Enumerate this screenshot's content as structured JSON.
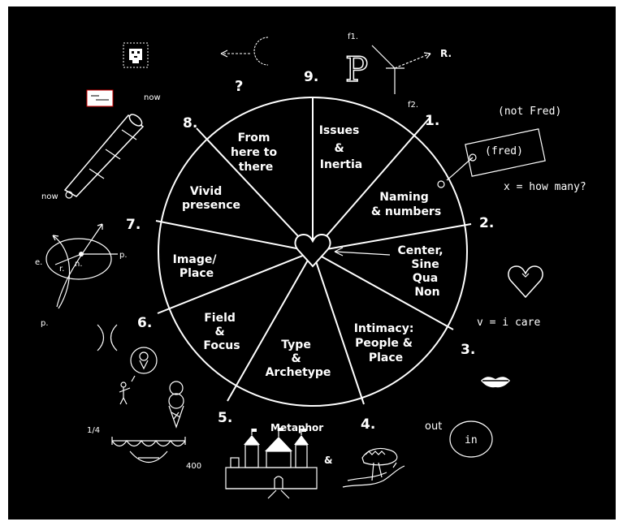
{
  "wheel": {
    "segments": [
      {
        "id": "issues",
        "lines": [
          "Issues",
          "&",
          "Inertia"
        ]
      },
      {
        "id": "naming",
        "lines": [
          "Naming",
          "& numbers"
        ]
      },
      {
        "id": "center",
        "lines": [
          "Center,",
          "Sine",
          "Qua",
          "Non"
        ]
      },
      {
        "id": "intimacy",
        "lines": [
          "Intimacy:",
          "People &",
          "Place"
        ]
      },
      {
        "id": "type",
        "lines": [
          "Type",
          "&",
          "Archetype"
        ]
      },
      {
        "id": "field",
        "lines": [
          "Field",
          "&",
          "Focus"
        ]
      },
      {
        "id": "image",
        "lines": [
          "Image/",
          "Place"
        ]
      },
      {
        "id": "vivid",
        "lines": [
          "Vivid",
          "presence"
        ]
      },
      {
        "id": "from",
        "lines": [
          "From",
          "here to",
          "there"
        ]
      }
    ],
    "numbers": [
      "1.",
      "2.",
      "3.",
      "4.",
      "5.",
      "6.",
      "7.",
      "8.",
      "9."
    ]
  },
  "annotations": {
    "not_fred": "(not Fred)",
    "fred": "(fred)",
    "x_how_many": "x = how many?",
    "v_care": "v = i care",
    "out": "out",
    "in": "in",
    "metaphor": "Metaphor",
    "ampersand": "&",
    "fraction": "1/4",
    "four_hundred": "400",
    "question": "?",
    "now_top": "now",
    "now_bottom": "now",
    "f1": "f1.",
    "f2": "f2.",
    "r_label": "R.",
    "p_big": "P",
    "orbit_e": "e.",
    "orbit_r": "r.",
    "orbit_n": "n.",
    "orbit_p": "p.",
    "orbit_p2": "p."
  },
  "colors": {
    "background": "#000000",
    "foreground": "#ffffff"
  }
}
